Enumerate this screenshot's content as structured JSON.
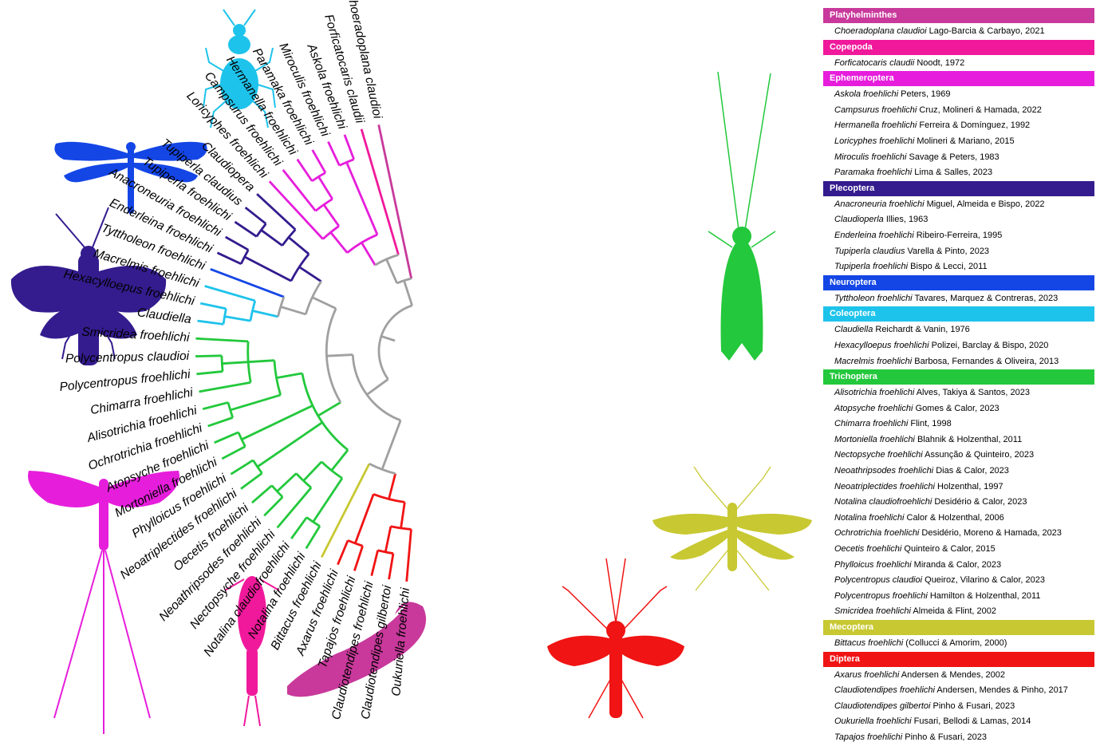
{
  "groups": [
    {
      "id": "platy",
      "name": "Platyhelminthes",
      "color": "#C8399B",
      "species": [
        {
          "name": "Choeradoplana claudioi",
          "author": "Lago-Barcia & Carbayo, 2021"
        }
      ]
    },
    {
      "id": "cope",
      "name": "Copepoda",
      "color": "#F0199B",
      "species": [
        {
          "name": "Forficatocaris claudii",
          "author": "Noodt, 1972"
        }
      ]
    },
    {
      "id": "ephe",
      "name": "Ephemeroptera",
      "color": "#E61EDC",
      "species": [
        {
          "name": "Askola froehlichi",
          "author": "Peters, 1969"
        },
        {
          "name": "Campsurus froehlichi",
          "author": "Cruz, Molineri & Hamada, 2022"
        },
        {
          "name": "Hermanella froehlichi",
          "author": "Ferreira & Domínguez, 1992"
        },
        {
          "name": "Loricyphes froehlichi",
          "author": "Molineri & Mariano, 2015"
        },
        {
          "name": "Miroculis froehlichi",
          "author": "Savage & Peters, 1983"
        },
        {
          "name": "Paramaka froehlichi",
          "author": "Lima & Salles, 2023"
        }
      ]
    },
    {
      "id": "pleco",
      "name": "Plecoptera",
      "color": "#341C8E",
      "species": [
        {
          "name": "Anacroneuria froehlichi",
          "author": "Miguel, Almeida e Bispo, 2022"
        },
        {
          "name": "Claudioperla",
          "author": "Illies, 1963"
        },
        {
          "name": "Enderleina froehlichi",
          "author": "Ribeiro-Ferreira, 1995"
        },
        {
          "name": "Tupiperla claudius",
          "author": "Varella & Pinto, 2023"
        },
        {
          "name": "Tupiperla froehlichi",
          "author": "Bispo & Lecci, 2011"
        }
      ]
    },
    {
      "id": "neuro",
      "name": "Neuroptera",
      "color": "#1446E6",
      "species": [
        {
          "name": "Tyttholeon froehlichi",
          "author": "Tavares, Marquez & Contreras, 2023"
        }
      ]
    },
    {
      "id": "coleo",
      "name": "Coleoptera",
      "color": "#1EC3EB",
      "species": [
        {
          "name": "Claudiella",
          "author": "Reichardt & Vanin, 1976"
        },
        {
          "name": "Hexacylloepus froehlichi",
          "author": "Polizei, Barclay & Bispo, 2020"
        },
        {
          "name": "Macrelmis froehlichi",
          "author": "Barbosa, Fernandes & Oliveira, 2013"
        }
      ]
    },
    {
      "id": "trich",
      "name": "Trichoptera",
      "color": "#23C83C",
      "species": [
        {
          "name": "Alisotrichia froehlichi",
          "author": "Alves, Takiya & Santos, 2023"
        },
        {
          "name": "Atopsyche froehlichi",
          "author": "Gomes & Calor, 2023"
        },
        {
          "name": "Chimarra froehlichi",
          "author": "Flint, 1998"
        },
        {
          "name": "Mortoniella froehlichi",
          "author": "Blahnik & Holzenthal, 2011"
        },
        {
          "name": "Nectopsyche froehlichi",
          "author": "Assunção & Quinteiro, 2023"
        },
        {
          "name": "Neoathripsodes froehlichi",
          "author": "Dias & Calor, 2023"
        },
        {
          "name": "Neoatriplectides froehlichi",
          "author": "Holzenthal, 1997"
        },
        {
          "name": "Notalina claudiofroehlichi",
          "author": "Desidério & Calor, 2023"
        },
        {
          "name": "Notalina froehlichi",
          "author": "Calor & Holzenthal, 2006"
        },
        {
          "name": "Ochrotrichia froehlichi",
          "author": "Desidério, Moreno & Hamada, 2023"
        },
        {
          "name": "Oecetis froehlichi",
          "author": "Quinteiro & Calor, 2015"
        },
        {
          "name": "Phylloicus froehlichi",
          "author": "Miranda & Calor, 2023"
        },
        {
          "name": "Polycentropus claudioi",
          "author": "Queiroz, Vilarino & Calor, 2023"
        },
        {
          "name": "Polycentropus froehlichi",
          "author": "Hamilton & Holzenthal, 2011"
        },
        {
          "name": "Smicridea froehlichi",
          "author": "Almeida & Flint, 2002"
        }
      ]
    },
    {
      "id": "meco",
      "name": "Mecoptera",
      "color": "#C8C832",
      "species": [
        {
          "name": "Bittacus froehlichi",
          "author": "(Collucci & Amorim, 2000)"
        }
      ]
    },
    {
      "id": "dipt",
      "name": "Diptera",
      "color": "#F01414",
      "species": [
        {
          "name": "Axarus froehlichi",
          "author": "Andersen & Mendes, 2002"
        },
        {
          "name": "Claudiotendipes froehlichi",
          "author": "Andersen, Mendes & Pinho, 2017"
        },
        {
          "name": "Claudiotendipes gilbertoi",
          "author": "Pinho & Fusari, 2023"
        },
        {
          "name": "Oukuriella froehlichi",
          "author": "Fusari, Bellodi & Lamas, 2014"
        },
        {
          "name": "Tapajos froehlichi",
          "author": "Pinho & Fusari, 2023"
        }
      ]
    }
  ],
  "tree": {
    "backbone_color": "#A0A0A0",
    "tips": [
      {
        "label": "Oukuriella froehlichi",
        "group": "dipt"
      },
      {
        "label": "Claudiotendipes gilbertoi",
        "group": "dipt"
      },
      {
        "label": "Claudiotendipes froehlichi",
        "group": "dipt"
      },
      {
        "label": "Tapajos froehlichi",
        "group": "dipt"
      },
      {
        "label": "Axarus froehlichi",
        "group": "dipt"
      },
      {
        "label": "Bittacus froehlichi",
        "group": "meco"
      },
      {
        "label": "Notalina froehlichi",
        "group": "trich"
      },
      {
        "label": "Notalina claudiofroehlichi",
        "group": "trich"
      },
      {
        "label": "Nectopsyche froehlichi",
        "group": "trich"
      },
      {
        "label": "Neoathripsodes froehlichi",
        "group": "trich"
      },
      {
        "label": "Oecetis froehlichi",
        "group": "trich"
      },
      {
        "label": "Neoatriplectides froehlichi",
        "group": "trich"
      },
      {
        "label": "Phylloicus froehlichi",
        "group": "trich"
      },
      {
        "label": "Mortoniella froehlichi",
        "group": "trich"
      },
      {
        "label": "Atopsyche froehlichi",
        "group": "trich"
      },
      {
        "label": "Ochrotrichia froehlichi",
        "group": "trich"
      },
      {
        "label": "Alisotrichia froehlichi",
        "group": "trich"
      },
      {
        "label": "Chimarra froehlichi",
        "group": "trich"
      },
      {
        "label": "Polycentropus froehlichi",
        "group": "trich"
      },
      {
        "label": "Polycentropus claudioi",
        "group": "trich"
      },
      {
        "label": "Smicridea  froehlichi",
        "group": "trich"
      },
      {
        "label": "Claudiella",
        "group": "coleo"
      },
      {
        "label": "Hexacylloepus froehlichi",
        "group": "coleo"
      },
      {
        "label": "Macrelmis froehlichi",
        "group": "coleo"
      },
      {
        "label": "Tyttholeon froehlichi",
        "group": "neuro"
      },
      {
        "label": "Enderleina froehlichi",
        "group": "pleco"
      },
      {
        "label": "Anacroneuria froehlichi",
        "group": "pleco"
      },
      {
        "label": "Tupiperla froehlichi",
        "group": "pleco"
      },
      {
        "label": "Tupiperla claudius",
        "group": "pleco"
      },
      {
        "label": "Claudiopera",
        "group": "pleco"
      },
      {
        "label": "Loricyphes froehlichi",
        "group": "ephe"
      },
      {
        "label": "Campsurus froehlichi",
        "group": "ephe"
      },
      {
        "label": "Hermanella froehlichi",
        "group": "ephe"
      },
      {
        "label": "Paramaka froehlichi",
        "group": "ephe"
      },
      {
        "label": "Miroculis froehlichi",
        "group": "ephe"
      },
      {
        "label": "Askola froehlichi",
        "group": "ephe"
      },
      {
        "label": "Forficatocaris claudii",
        "group": "cope"
      },
      {
        "label": "Choeradoplana claudioi",
        "group": "platy"
      }
    ]
  },
  "silhouettes": [
    {
      "icon": "beetle-icon",
      "group": "coleo"
    },
    {
      "icon": "dragonfly-icon",
      "group": "neuro"
    },
    {
      "icon": "stonefly-icon",
      "group": "pleco"
    },
    {
      "icon": "mayfly-icon",
      "group": "ephe"
    },
    {
      "icon": "copepod-icon",
      "group": "cope"
    },
    {
      "icon": "flatworm-icon",
      "group": "platy"
    },
    {
      "icon": "mosquito-icon",
      "group": "dipt"
    },
    {
      "icon": "scorpionfly-icon",
      "group": "meco"
    },
    {
      "icon": "caddisfly-icon",
      "group": "trich"
    }
  ]
}
